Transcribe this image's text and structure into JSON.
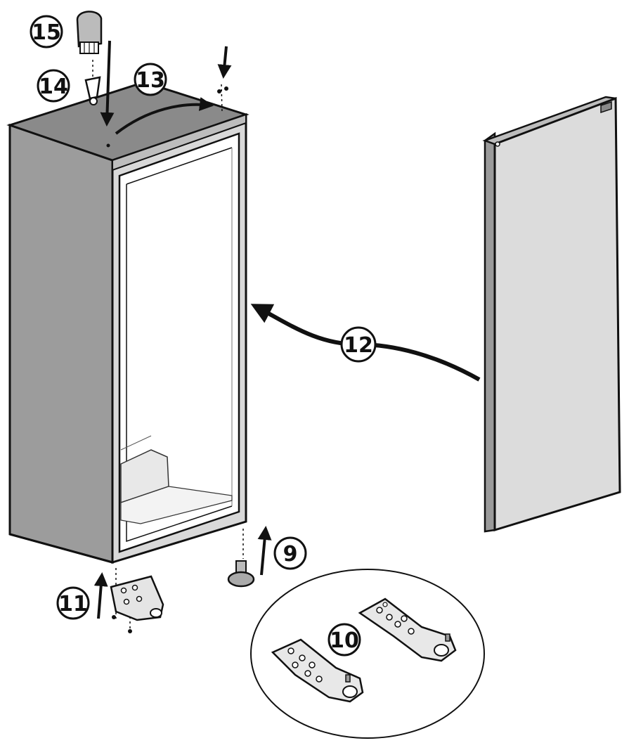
{
  "diagram": {
    "steps": [
      {
        "id": "step-9",
        "label": "9"
      },
      {
        "id": "step-10",
        "label": "10"
      },
      {
        "id": "step-11",
        "label": "11"
      },
      {
        "id": "step-12",
        "label": "12"
      },
      {
        "id": "step-13",
        "label": "13"
      },
      {
        "id": "step-14",
        "label": "14"
      },
      {
        "id": "step-15",
        "label": "15"
      }
    ],
    "colors": {
      "ink": "#111111",
      "cabinet_top": "#8a8a8a",
      "cabinet_side": "#9c9c9c",
      "cabinet_front": "#d9d9d9",
      "door_face": "#dcdcdc",
      "door_edge": "#9a9a9a",
      "interior": "#ffffff"
    }
  }
}
